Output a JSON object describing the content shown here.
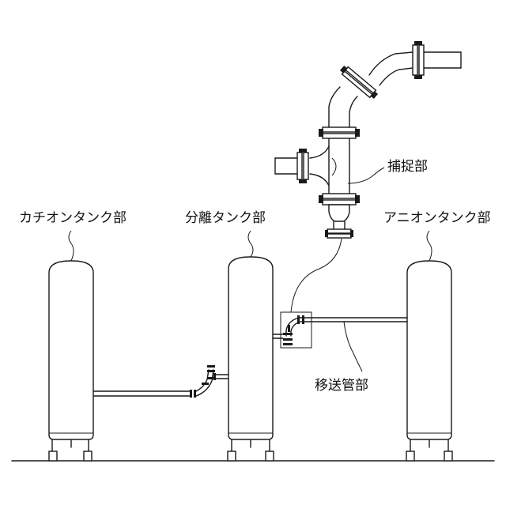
{
  "labels": {
    "cation_tank": "カチオンタンク部",
    "separation_tank": "分離タンク部",
    "anion_tank": "アニオンタンク部",
    "capture": "捕捉部",
    "transfer_pipe": "移送管部"
  }
}
